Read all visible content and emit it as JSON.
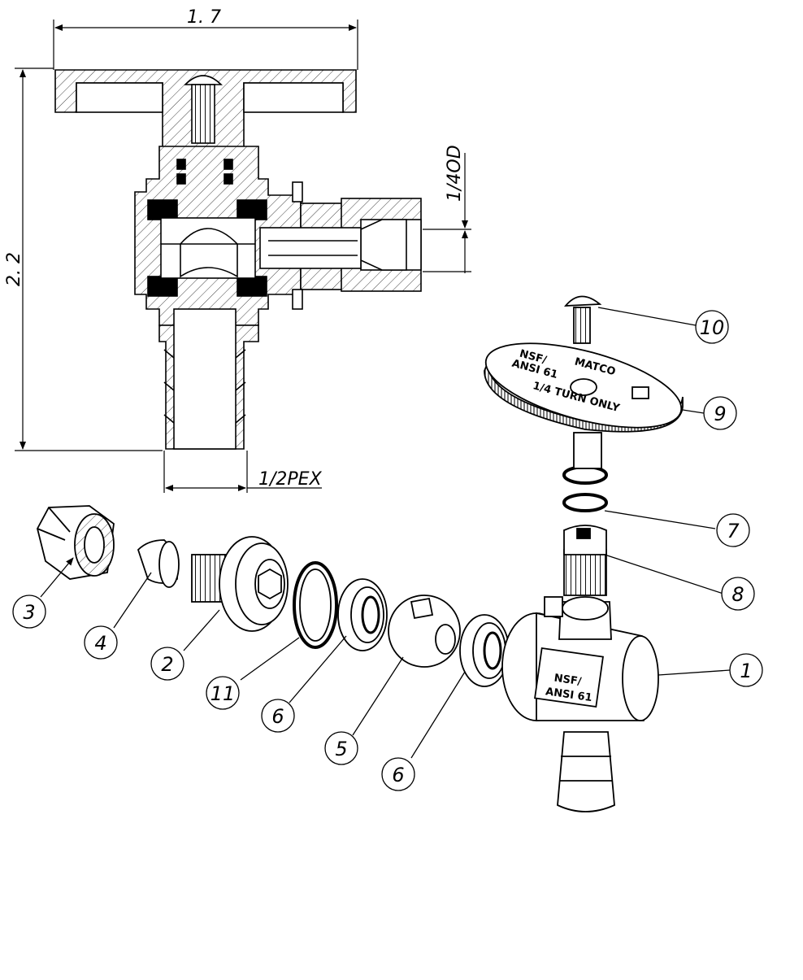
{
  "dimensions": {
    "width": "1. 7",
    "height": "2. 2",
    "outlet": "1/4OD",
    "inlet": "1/2PEX"
  },
  "callouts": [
    {
      "id": "c1",
      "label": "1"
    },
    {
      "id": "c2",
      "label": "2"
    },
    {
      "id": "c3",
      "label": "3"
    },
    {
      "id": "c4",
      "label": "4"
    },
    {
      "id": "c5",
      "label": "5"
    },
    {
      "id": "c6a",
      "label": "6"
    },
    {
      "id": "c6b",
      "label": "6"
    },
    {
      "id": "c7",
      "label": "7"
    },
    {
      "id": "c8",
      "label": "8"
    },
    {
      "id": "c9",
      "label": "9"
    },
    {
      "id": "c10",
      "label": "10"
    },
    {
      "id": "c11",
      "label": "11"
    }
  ],
  "body_stamp": {
    "line1": "NSF/",
    "line2": "ANSI 61"
  },
  "handle_stamp": {
    "brand": "MATCO",
    "line1": "NSF/",
    "line2": "ANSI 61",
    "line3": "1/4 TURN ONLY"
  }
}
